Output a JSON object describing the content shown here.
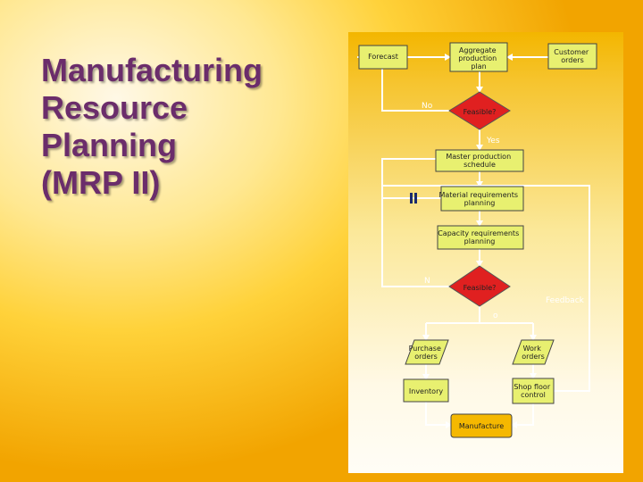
{
  "slide": {
    "title_lines": [
      "Manufacturing",
      "Resource",
      "Planning",
      "(MRP II)"
    ]
  },
  "diagram": {
    "forecast": "Forecast",
    "aggregate_plan": [
      "Aggregate",
      "production",
      "plan"
    ],
    "customer_orders": [
      "Customer",
      "orders"
    ],
    "feasible_1": "Feasible?",
    "no_1": "No",
    "yes_1": "Yes",
    "mps": [
      "Master production",
      "schedule"
    ],
    "mrp": [
      "Material requirements",
      "planning"
    ],
    "crp": [
      "Capacity requirements",
      "planning"
    ],
    "feasible_2": "Feasible?",
    "no_2": "N",
    "yes_2": "o",
    "feedback": "Feedback",
    "purchase_orders": [
      "Purchase",
      "orders"
    ],
    "work_orders": [
      "Work",
      "orders"
    ],
    "inventory": "Inventory",
    "shop_floor": [
      "Shop floor",
      "control"
    ],
    "manufacture": "Manufacture",
    "colors": {
      "box": "#e8f070",
      "diamond": "#e02020",
      "manufacture": "#f5b800",
      "title": "#6b2d6b",
      "line": "#ffffff"
    }
  }
}
